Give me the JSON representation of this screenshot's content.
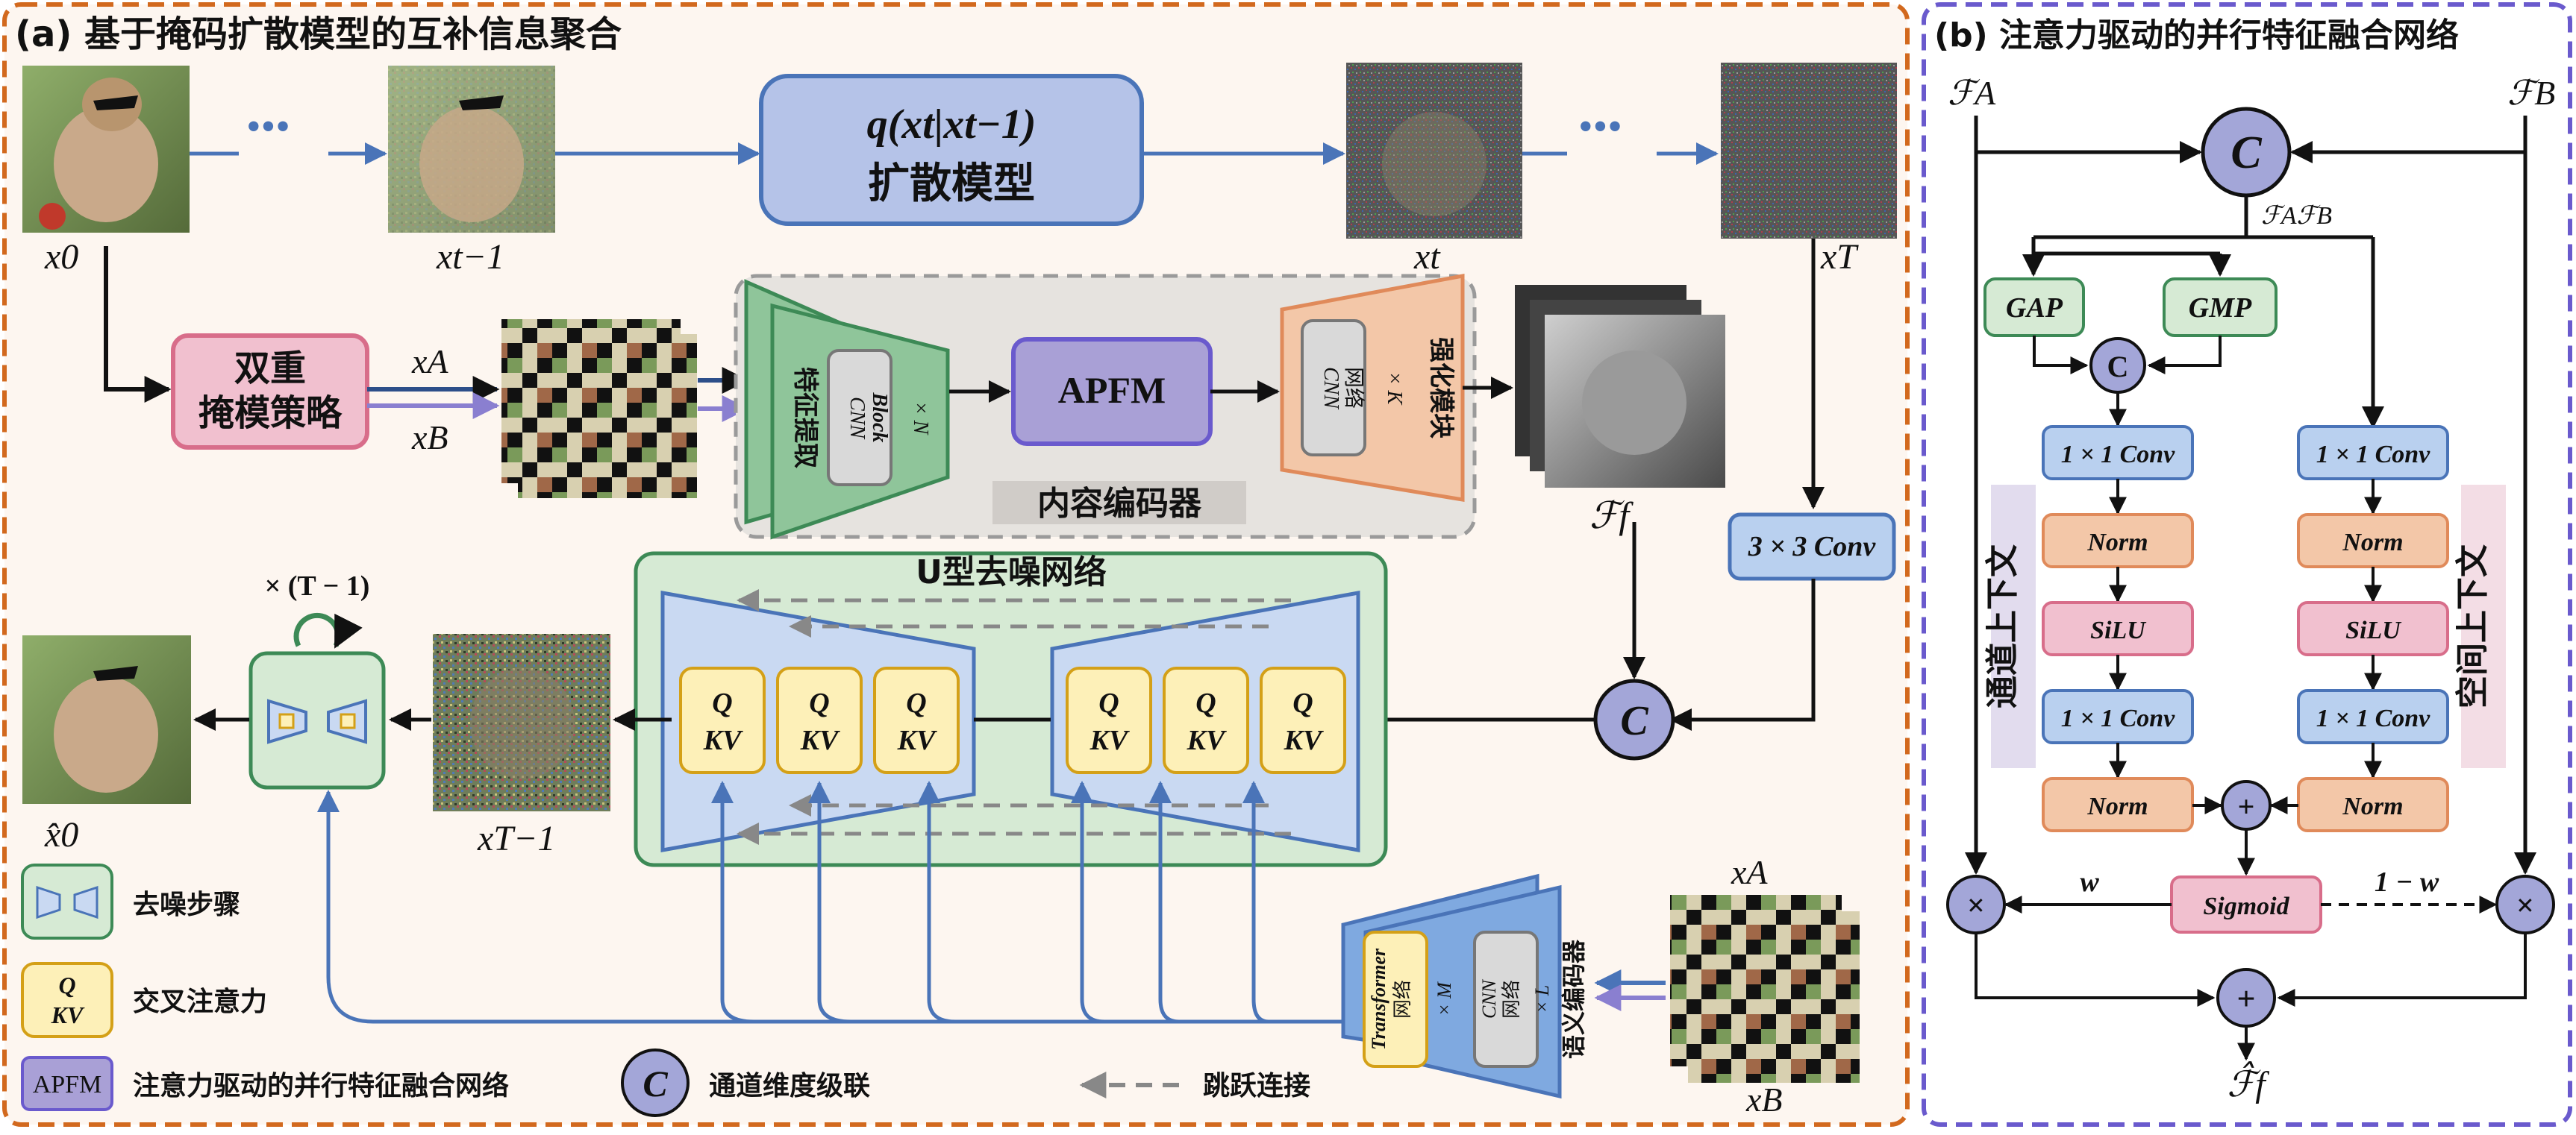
{
  "panel_a": {
    "title": "(a) 基于掩码扩散模型的互补信息聚合",
    "diffusion": {
      "formula": "q(xt|xt−1)",
      "label": "扩散模型"
    },
    "labels": {
      "x0": "x0",
      "x_t_minus_1": "xt−1",
      "x_t": "xt",
      "x_T": "xT",
      "x_A": "xA",
      "x_B": "xB",
      "F_f": "ℱf",
      "x_T_minus_1": "xT−1",
      "x0_hat": "x̂0"
    },
    "ellipsis": "•••",
    "dual_mask_strategy": [
      "双重",
      "掩模策略"
    ],
    "feature_extractor": {
      "title": "特征提取",
      "cnn": "CNN",
      "block": "Block",
      "times_n": "× N"
    },
    "apfm": "APFM",
    "content_encoder": "内容编码器",
    "enhance_module": {
      "title": "强化模块",
      "cnn": "CNN",
      "net": "网络",
      "times_k": "× K"
    },
    "unet_title": "U型去噪网络",
    "qkv": {
      "q": "Q",
      "kv": "KV"
    },
    "repeat_label": "× (T − 1)",
    "conv3x3": "3 × 3 Conv",
    "concat_symbol": "C",
    "semantic_encoder": {
      "title": "语义编码器",
      "transformer": "Transformer",
      "transformer_net": "网络",
      "times_m": "× M",
      "cnn": "CNN",
      "cnn_net": "网络",
      "times_l": "× L"
    },
    "legend": {
      "denoise_step": "去噪步骤",
      "cross_attention": "交叉注意力",
      "apfm_box": "APFM",
      "apfm_desc": "注意力驱动的并行特征融合网络",
      "concat_desc": "通道维度级联",
      "skip_desc": "跳跃连接"
    }
  },
  "panel_b": {
    "title": "(b) 注意力驱动的并行特征融合网络",
    "F_A": "ℱA",
    "F_B": "ℱB",
    "FAFB": "ℱAℱB",
    "gap": "GAP",
    "gmp": "GMP",
    "conv1x1": "1 × 1 Conv",
    "norm": "Norm",
    "silu": "SiLU",
    "sigmoid": "Sigmoid",
    "channel_context": "通道上下文",
    "spatial_context": "空间上下文",
    "w": "w",
    "one_minus_w": "1 − w",
    "output": "ℱ̂f",
    "plus": "+",
    "times": "×",
    "concat_symbol": "C"
  },
  "colors": {
    "panel_a_border": "#d2691e",
    "panel_b_border": "#6a5acd",
    "arrow_blue": "#4a74b8",
    "pink": "#e9b3c3",
    "green_box": "#d6ead4",
    "purple_box": "#a9a0d6",
    "peach": "#f3c7a8",
    "blue_box": "#b9d0ef",
    "yellow": "#fdf0b8",
    "circle": "#a3a6d8"
  }
}
